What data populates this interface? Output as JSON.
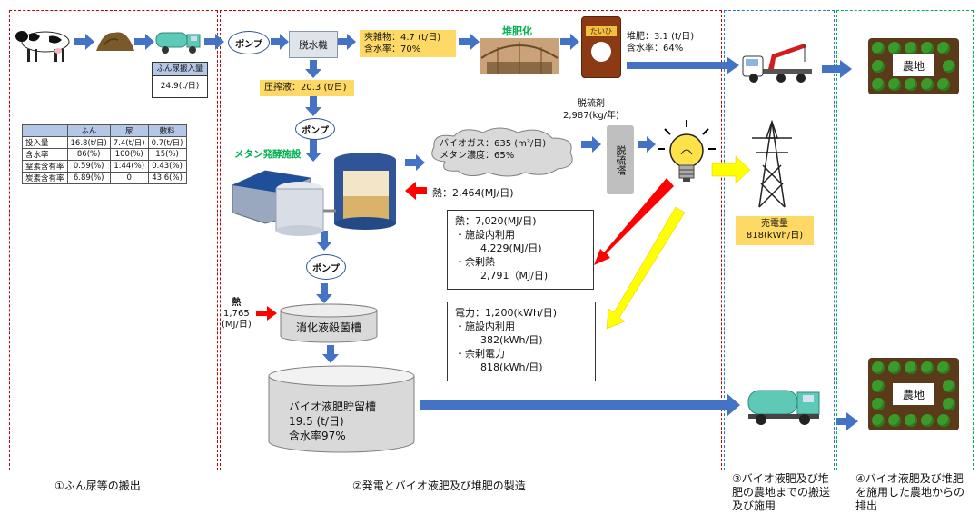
{
  "sections": {
    "s1": "①ふん尿等の搬出",
    "s2": "②発電とバイオ液肥及び堆肥の製造",
    "s3": "③バイオ液肥及び堆肥の農地までの搬送及び施用",
    "s4": "④バイオ液肥及び堆肥を施用した農地からの排出"
  },
  "manure_transport": {
    "title": "ふん尿搬入量",
    "value": "24.9(t/日)"
  },
  "table": {
    "headers": [
      "",
      "ふん",
      "尿",
      "敷料"
    ],
    "rows": [
      [
        "投入量",
        "16.8(t/日)",
        "7.4(t/日)",
        "0.7(t/日)"
      ],
      [
        "含水率",
        "86(%)",
        "100(%)",
        "15(%)"
      ],
      [
        "窒素含有率",
        "0.59(%)",
        "1.44(%)",
        "0.43(%)"
      ],
      [
        "炭素含有率",
        "6.89(%)",
        "0",
        "43.6(%)"
      ]
    ]
  },
  "pump": "ポンプ",
  "dehydrator": "脱水機",
  "solids": {
    "line1": "夾雑物：4.7 (t/日)",
    "line2": "含水率：70%"
  },
  "compost_label": "堆肥化",
  "compost_product": {
    "line1": "堆肥：3.1 (t/日)",
    "line2": "含水率：64%"
  },
  "liquid": "圧搾液：20.3 (t/日)",
  "methane_facility": "メタン発酵施設",
  "biogas": {
    "line1": "バイオガス：635 (m³/日)",
    "line2": "メタン濃度：65%"
  },
  "desulf_agent": {
    "line1": "脱硫剤",
    "line2": "2,987(kg/年)"
  },
  "desulf_tower": "脱硫塔",
  "heat_return": "熱：2,464(MJ/日)",
  "heat_box": {
    "l1": "熱：7,020(MJ/日)",
    "l2": "・施設内利用",
    "l3": "4,229(MJ/日)",
    "l4": "・余剰熱",
    "l5": "2,791（MJ/日)"
  },
  "power_box": {
    "l1": "電力：1,200(kWh/日)",
    "l2": "・施設内利用",
    "l3": "382(kWh/日)",
    "l4": "・余剰電力",
    "l5": "818(kWh/日)"
  },
  "sold_power": {
    "line1": "売電量",
    "line2": "818(kWh/日)"
  },
  "sterilize_heat": {
    "l1": "熱",
    "l2": "1,765",
    "l3": "(MJ/日)"
  },
  "sterilizer": "消化液殺菌槽",
  "storage": {
    "l1": "バイオ液肥貯留槽",
    "l2": "19.5 (t/日)",
    "l3": "含水率97%"
  },
  "farmland": "農地",
  "compost_bag_text": "たいひ",
  "colors": {
    "arrow_blue": "#4472c4",
    "arrow_red": "#ff0000",
    "arrow_yellow": "#ffff00",
    "yellow_box": "#ffd966"
  }
}
